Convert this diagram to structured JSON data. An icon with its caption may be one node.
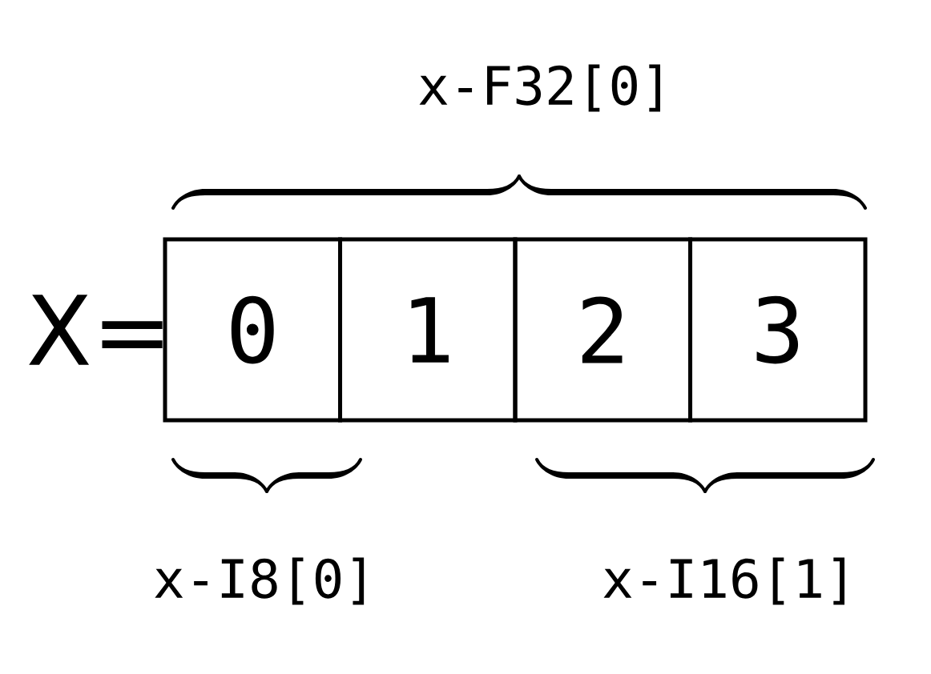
{
  "diagram": {
    "nodes": [
      {
        "text": [
          "0"
        ]
      },
      {
        "text": [
          "1"
        ]
      },
      {
        "text": [
          "2"
        ]
      },
      {
        "text": [
          "3"
        ]
      }
    ],
    "labels": [
      "x-F32[0]",
      "X=",
      "x-I8[0]",
      "x-I16[1]"
    ]
  }
}
